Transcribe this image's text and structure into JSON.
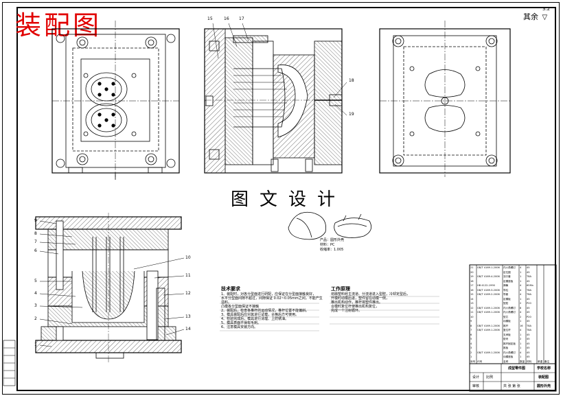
{
  "drawing": {
    "title": "装配图",
    "watermark": "图文设计",
    "roughness_label": "其余",
    "roughness_value": "3.2"
  },
  "balloons_top": [
    "15",
    "16",
    "17",
    "18",
    "19"
  ],
  "balloons_side": [
    "9",
    "8",
    "7",
    "6",
    "5",
    "4",
    "3",
    "2",
    "1",
    "10",
    "11",
    "12",
    "13",
    "14"
  ],
  "product": {
    "name_label": "产品：",
    "name": "圆形外壳",
    "material_label": "材料：",
    "material": "PC",
    "shrink_label": "收缩率：",
    "shrink": "1.005"
  },
  "tech_notes": {
    "title": "技术要求",
    "lines": [
      "1、装配时，对各分型面进行研配，应保证在分型面接触良好，",
      "   水平分型面间隙不超过，间隙保证 0.02~0.05mm之间，不能产生溢料。",
      "   凸模各分型面保证不接触",
      "2、装配后，检查各推杆的运动情况，推杆位置不能偏斜。",
      "3、模具装配后应对其进行试模，合格后方可使用。",
      "4、检验完成后，模具进行清理、上防锈油。",
      "5、模具表面不得有毛刺。",
      "6、注意模具安装方向。"
    ]
  },
  "work_notes": {
    "title": "工作原理",
    "lines": [
      "熔融塑料经主流道、分流道进入型腔，冷却定型后，",
      "开模时动模后退，塑件留在动模一侧，",
      "推出机构动作，推杆将塑件推出。",
      "合模时复位杆使推出机构复位，",
      "完成一个注射循环。"
    ]
  },
  "bom_rows": [
    [
      "21",
      "GB/T 4169.1-2006",
      "内六角螺钉",
      "4",
      "45",
      "",
      ""
    ],
    [
      "20",
      "",
      "定位圈",
      "1",
      "45",
      "",
      ""
    ],
    [
      "19",
      "GB/T 4169.4-2006",
      "浇口套",
      "1",
      "T8A",
      "",
      ""
    ],
    [
      "18",
      "",
      "定模座板",
      "1",
      "45",
      "",
      ""
    ],
    [
      "17",
      "HB 4122-1990",
      "弹簧",
      "4",
      "65Mn",
      "",
      ""
    ],
    [
      "16",
      "GB/T 4169.3-2006",
      "导柱",
      "4",
      "T8A",
      "",
      ""
    ],
    [
      "15",
      "GB/T 4169.2-2006",
      "导套",
      "4",
      "T8A",
      "",
      ""
    ],
    [
      "14",
      "",
      "定模板",
      "1",
      "45",
      "",
      ""
    ],
    [
      "13",
      "",
      "型腔",
      "2",
      "P20",
      "",
      ""
    ],
    [
      "12",
      "GB/T 4169.1-2006",
      "内六角螺钉",
      "8",
      "45",
      "",
      ""
    ],
    [
      "11",
      "GB/T 4169.1-2006",
      "内六角螺钉",
      "4",
      "45",
      "",
      ""
    ],
    [
      "10",
      "",
      "型芯",
      "2",
      "P20",
      "",
      ""
    ],
    [
      "9",
      "",
      "动模板",
      "1",
      "45",
      "",
      ""
    ],
    [
      "8",
      "GB/T 4169.1-2006",
      "推杆",
      "16",
      "T8A",
      "",
      ""
    ],
    [
      "7",
      "GB/T 4169.1-2006",
      "复位杆",
      "4",
      "T8A",
      "",
      ""
    ],
    [
      "6",
      "",
      "支承板",
      "1",
      "45",
      "",
      ""
    ],
    [
      "5",
      "",
      "垫块",
      "2",
      "45",
      "",
      ""
    ],
    [
      "4",
      "",
      "推杆固定板",
      "1",
      "45",
      "",
      ""
    ],
    [
      "3",
      "",
      "推板",
      "1",
      "45",
      "",
      ""
    ],
    [
      "2",
      "GB/T 4169.1-2006",
      "内六角螺钉",
      "4",
      "45",
      "",
      ""
    ],
    [
      "1",
      "",
      "动模座板",
      "1",
      "45",
      "",
      ""
    ]
  ],
  "bom_header": [
    "序号",
    "代号",
    "名称",
    "数量",
    "材料",
    "单重",
    "备注"
  ],
  "title_block": {
    "school": "学校名称",
    "drawing_name": "装配图",
    "part_name": "圆形外壳",
    "label_design": "设计",
    "label_check": "审核",
    "label_scale": "比例",
    "label_sheet": "共 张 第 张",
    "label_assembly": "成型零件图"
  }
}
